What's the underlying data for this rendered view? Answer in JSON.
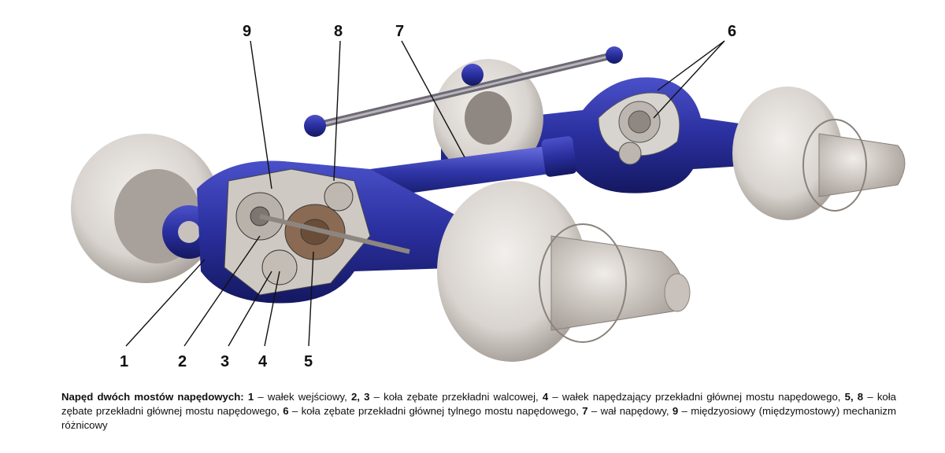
{
  "callouts": [
    "1",
    "2",
    "3",
    "4",
    "5",
    "6",
    "7",
    "8",
    "9"
  ],
  "caption": {
    "title": "Napęd dwóch mostów napędowych:",
    "parts": [
      {
        "key": "1",
        "text": " – wałek wejściowy, "
      },
      {
        "key": "2, 3",
        "text": " – koła zębate przekładni walcowej, "
      },
      {
        "key": "4",
        "text": " – wałek napędzający przekładni głównej mostu napędowego, "
      },
      {
        "key": "5, 8",
        "text": " – koła zębate przekładni głównej mostu napędowego, "
      },
      {
        "key": "6",
        "text": " – koła zębate przekładni głównej tylnego mostu napędowego, "
      },
      {
        "key": "7",
        "text": " – wał napędowy, "
      },
      {
        "key": "9",
        "text": " – międzyosiowy (międzymostowy) mechanizm różnicowy"
      }
    ]
  },
  "colors": {
    "housing": "#2a2f9e",
    "housing_dark": "#161a6a",
    "drum": "#d9d4cf",
    "drum_dark": "#9d958f",
    "bronze": "#8a6a52"
  }
}
